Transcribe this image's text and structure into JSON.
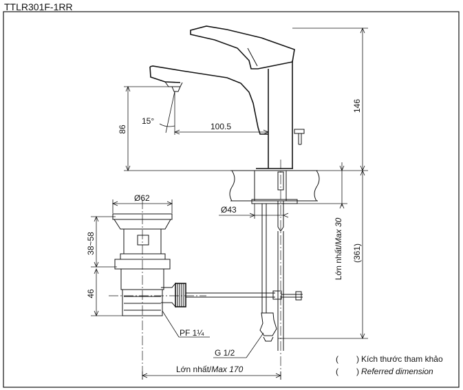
{
  "title": "TTLR301F-1RR",
  "dimensions": {
    "height_146": "146",
    "height_86": "86",
    "reach_100_5": "100.5",
    "angle_15": "15°",
    "dia_43": "Ø43",
    "dia_62": "Ø62",
    "range_38_58": "38~58",
    "height_46": "46",
    "max30_prefix": "Lớn nhất/",
    "max30_italic": "Max 30",
    "ref_361": "(361)",
    "pf": "PF 1¼",
    "g": "G 1/2",
    "max170_prefix": "Lớn nhất/",
    "max170_italic": "Max 170"
  },
  "legend": {
    "open_paren": "(",
    "close_paren": ")",
    "ref_vi": "Kích thước tham khảo",
    "ref_en": "Referred dimension"
  }
}
